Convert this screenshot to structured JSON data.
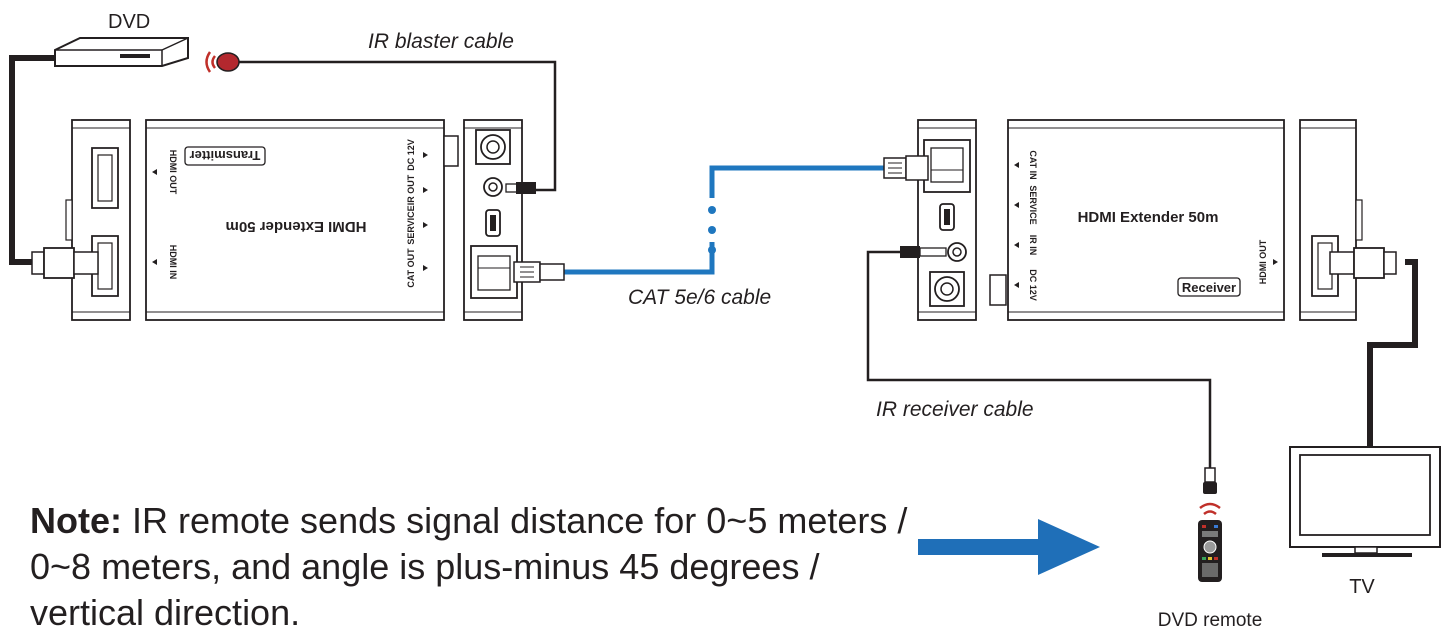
{
  "labels": {
    "dvd": "DVD",
    "tv": "TV",
    "dvd_remote": "DVD remote",
    "ir_blaster_cable": "IR blaster cable",
    "cat_cable": "CAT 5e/6 cable",
    "ir_receiver_cable": "IR receiver cable"
  },
  "transmitter": {
    "title": "HDMI Extender 50m",
    "badge": "Transmitter",
    "ports_left": [
      "HDMI OUT",
      "HDMI IN"
    ],
    "ports_right": [
      "DC 12V",
      "IR OUT",
      "SERVICE",
      "CAT OUT"
    ]
  },
  "receiver": {
    "title": "HDMI Extender 50m",
    "badge": "Receiver",
    "ports_left": [
      "CAT IN",
      "SERVICE",
      "IR IN",
      "DC 12V"
    ],
    "port_right": "HDMI OUT"
  },
  "note": {
    "heading": "Note:",
    "text": " IR remote sends signal distance for 0~5 meters / 0~8 meters, and angle is plus-minus 45 degrees / vertical direction."
  },
  "colors": {
    "cat_cable": "#1f77bf",
    "ir_led": "#c0302a",
    "arrow": "#1f6fb8",
    "outline": "#231f20"
  }
}
